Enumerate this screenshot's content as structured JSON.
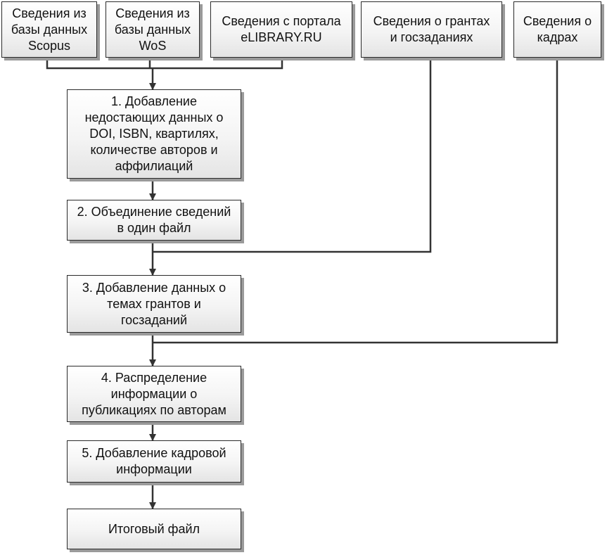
{
  "sources": [
    {
      "id": "scopus",
      "text": "Сведения из\nбазы данных\nScopus"
    },
    {
      "id": "wos",
      "text": "Сведения из\nбазы данных\nWoS"
    },
    {
      "id": "elibrary",
      "text": "Сведения с портала\neLIBRARY.RU"
    },
    {
      "id": "grants",
      "text": "Сведения о грантах\nи госзаданиях"
    },
    {
      "id": "staff",
      "text": "Сведения о\nкадрах"
    }
  ],
  "steps": [
    {
      "id": "step1",
      "text": "1. Добавление\nнедостающих данных о\nDOI, ISBN, квартилях,\nколичестве авторов и\nаффилиаций"
    },
    {
      "id": "step2",
      "text": "2. Объединение сведений\nв один файл"
    },
    {
      "id": "step3",
      "text": "3. Добавление данных о\nтемах грантов и\nгосзаданий"
    },
    {
      "id": "step4",
      "text": "4. Распределение\nинформации о\nпубликациях по авторам"
    },
    {
      "id": "step5",
      "text": "5. Добавление кадровой\nинформации"
    },
    {
      "id": "final",
      "text": "Итоговый файл"
    }
  ]
}
